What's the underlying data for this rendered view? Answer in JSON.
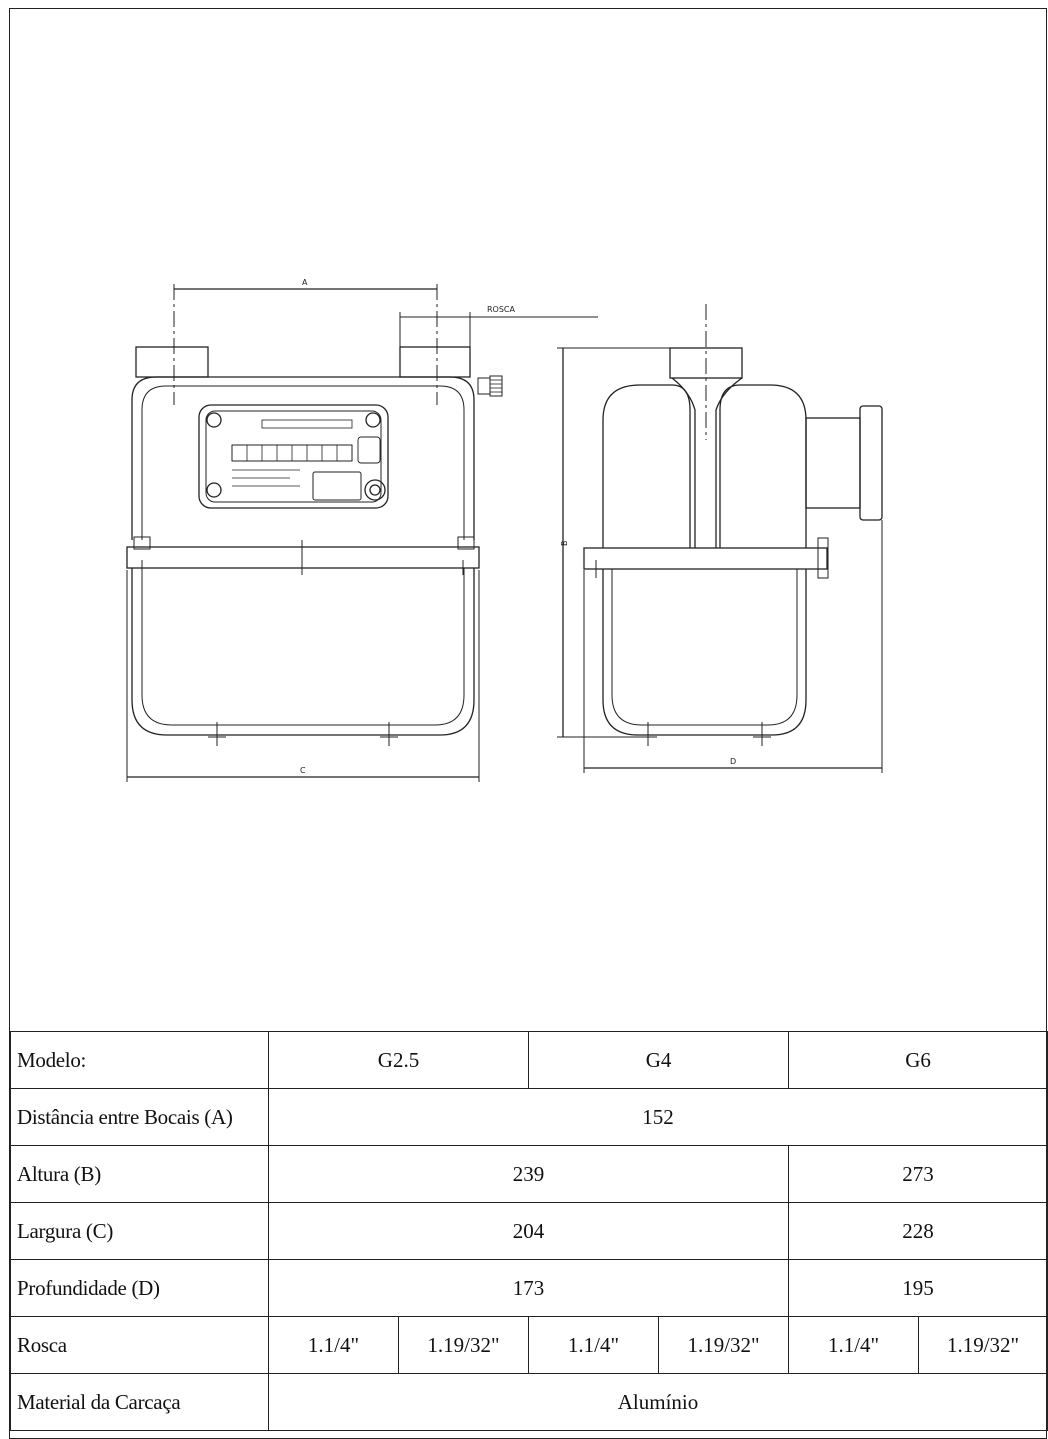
{
  "drawing": {
    "dim_a": "A",
    "dim_b": "B",
    "dim_c": "C",
    "dim_d": "D",
    "rosca_label": "ROSCA"
  },
  "table": {
    "model_label": "Modelo:",
    "models": [
      "G2.5",
      "G4",
      "G6"
    ],
    "distance_label": "Distância entre Bocais (A)",
    "distance_value": "152",
    "height_label": "Altura (B)",
    "height_g25_g4": "239",
    "height_g6": "273",
    "width_label": "Largura (C)",
    "width_g25_g4": "204",
    "width_g6": "228",
    "depth_label": "Profundidade (D)",
    "depth_g25_g4": "173",
    "depth_g6": "195",
    "thread_label": "Rosca",
    "threads": [
      "1.1/4\"",
      "1.19/32\"",
      "1.1/4\"",
      "1.19/32\"",
      "1.1/4\"",
      "1.19/32\""
    ],
    "material_label": "Material da Carcaça",
    "material_value": "Alumínio"
  }
}
